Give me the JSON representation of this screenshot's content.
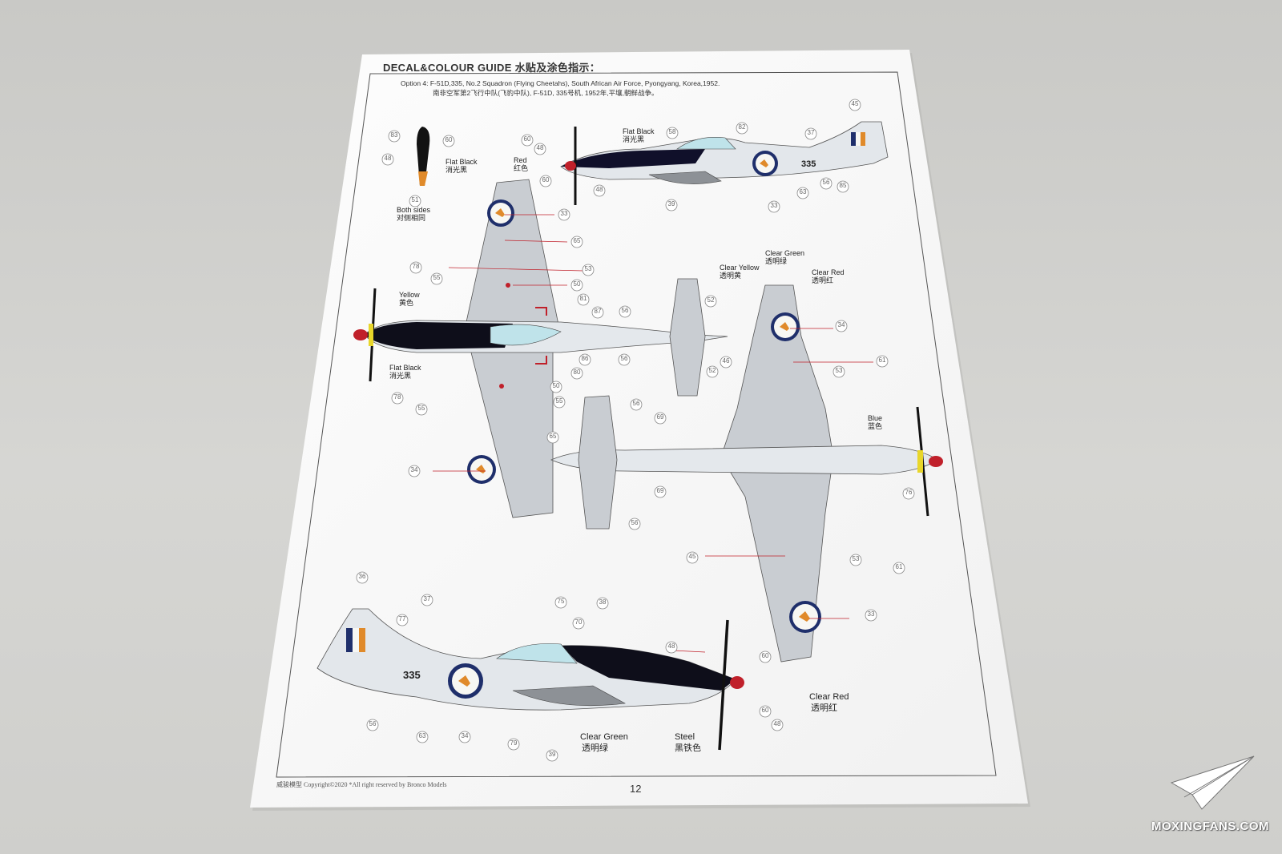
{
  "header": {
    "title": "DECAL&COLOUR GUIDE 水贴及涂色指示：",
    "option_line_en": "Option 4: F-51D,335, No.2  Squadron (Flying Cheetahs), South African Air Force, Pyongyang, Korea,1952.",
    "option_line_cn": "南非空军第2飞行中队(飞豹中队), F-51D, 335号机, 1952年,平壤,朝鲜战争。"
  },
  "footer": {
    "copyright": "威骏模型  Copyright©2020  *All right reserved by Bronco Models",
    "page_number": "12"
  },
  "watermark": {
    "text": "MOXINGFANS.COM",
    "icon": "paper-plane-icon"
  },
  "labels": {
    "flat_black": "Flat Black",
    "flat_black_cn": "消光黑",
    "red": "Red",
    "red_cn": "红色",
    "both_sides": "Both sides",
    "both_sides_cn": "对侧相同",
    "yellow": "Yellow",
    "yellow_cn": "黄色",
    "clear_green": "Clear Green",
    "clear_green_cn": "透明绿",
    "clear_yellow": "Clear Yellow",
    "clear_yellow_cn": "透明黄",
    "clear_red": "Clear Red",
    "clear_red_cn": "透明红",
    "blue": "Blue",
    "blue_cn": "蓝色",
    "steel": "Steel",
    "steel_cn": "黑铁色",
    "aircraft_code": "335"
  },
  "callouts": [
    "83",
    "60",
    "48",
    "51",
    "45",
    "58",
    "82",
    "37",
    "60",
    "48",
    "60",
    "48",
    "39",
    "63",
    "56",
    "85",
    "33",
    "33",
    "65",
    "78",
    "55",
    "53",
    "50",
    "81",
    "87",
    "56",
    "52",
    "86",
    "80",
    "56",
    "52",
    "50",
    "78",
    "55",
    "55",
    "65",
    "34",
    "34",
    "46",
    "61",
    "53",
    "56",
    "69",
    "69",
    "56",
    "76",
    "45",
    "53",
    "61",
    "33",
    "36",
    "37",
    "77",
    "75",
    "70",
    "38",
    "48",
    "60",
    "60",
    "48",
    "56",
    "63",
    "34",
    "79",
    "39"
  ],
  "colors": {
    "paper": "#fbfbfb",
    "aircraft_grey": "#c9cdd2",
    "aircraft_light": "#e4e8ec",
    "black": "#0e0e1a",
    "roundel_blue": "#1f2f6b",
    "roundel_orange": "#e08a2a",
    "canopy": "#bfe3ea",
    "red": "#c0202a"
  }
}
